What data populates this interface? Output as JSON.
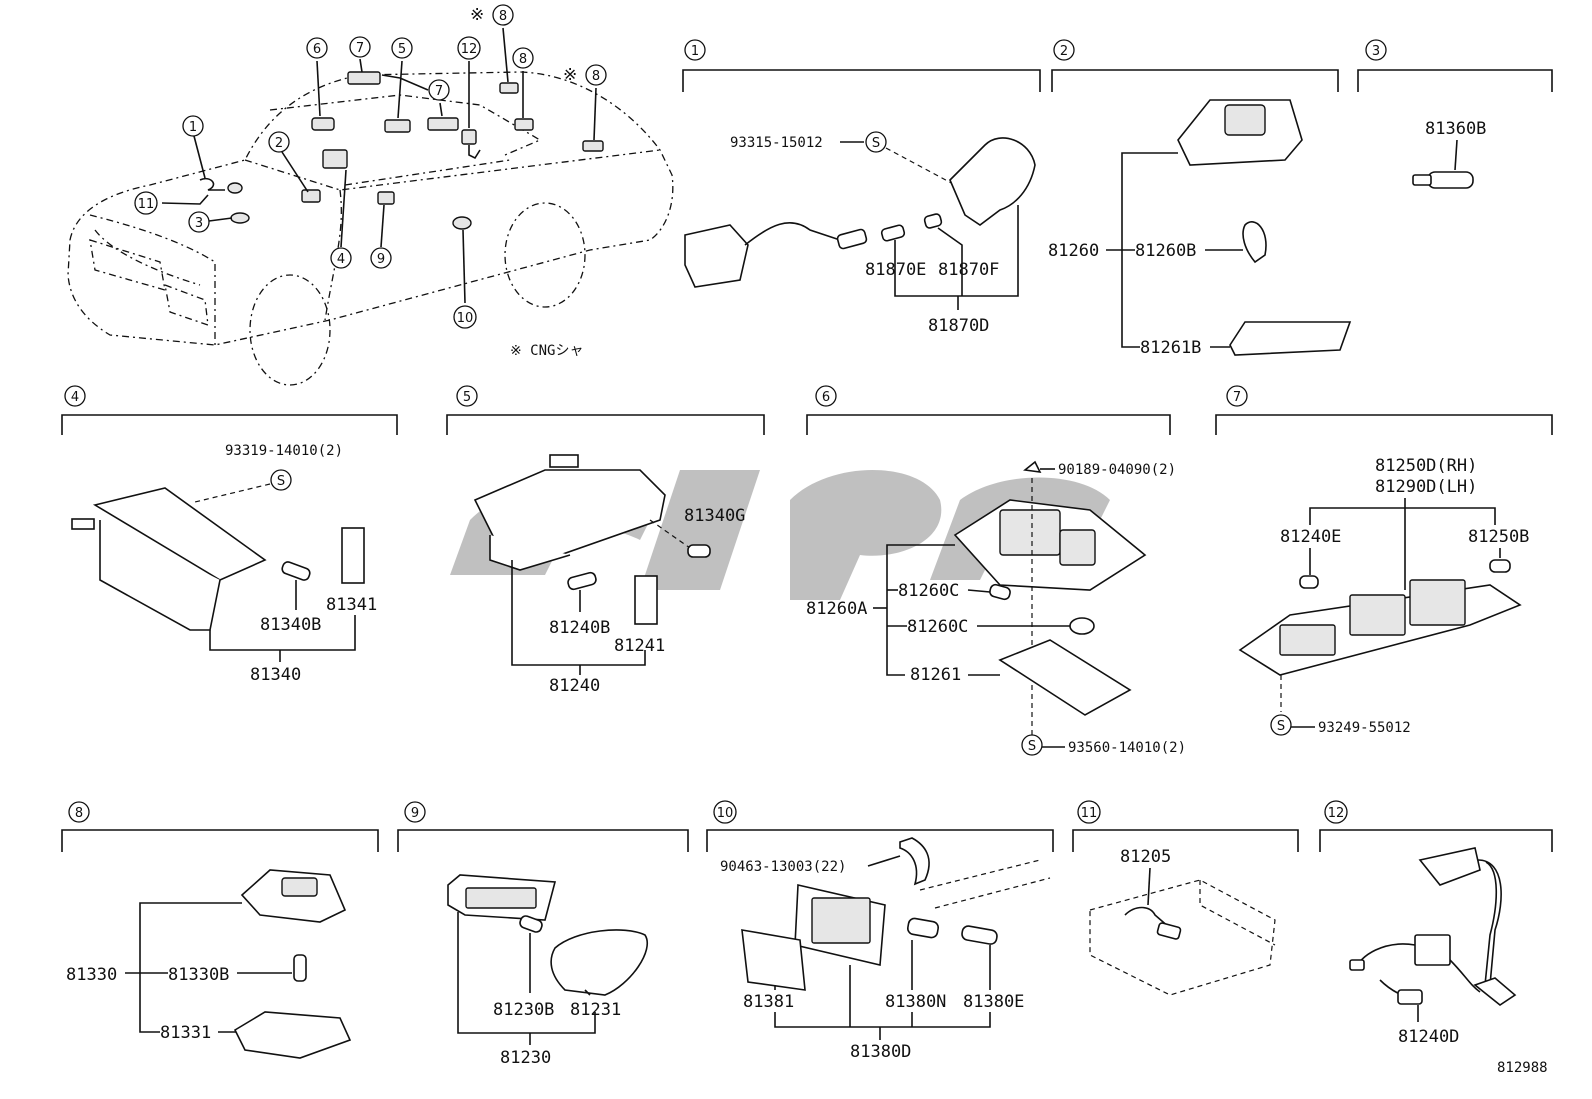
{
  "diagram_code": "812988",
  "legend_note": "※ CNGシャ",
  "overview": {
    "callouts": [
      "1",
      "2",
      "3",
      "4",
      "5",
      "6",
      "7",
      "7",
      "8",
      "8",
      "9",
      "10",
      "11",
      "12"
    ],
    "cng_marks": [
      "※",
      "※"
    ]
  },
  "sections": [
    {
      "num": "1",
      "parts": {
        "screw": "93315-15012",
        "screw_sym": "S",
        "bulb_e": "81870E",
        "bulb_f": "81870F",
        "assy": "81870D"
      }
    },
    {
      "num": "2",
      "parts": {
        "assy": "81260",
        "bulb": "81260B",
        "lens": "81261B"
      }
    },
    {
      "num": "3",
      "parts": {
        "bulb": "81360B"
      }
    },
    {
      "num": "4",
      "parts": {
        "screw": "93319-14010(2)",
        "screw_sym": "S",
        "bulb": "81340B",
        "lens": "81341",
        "assy": "81340"
      }
    },
    {
      "num": "5",
      "parts": {
        "bulb_g": "81340G",
        "bulb": "81240B",
        "lens": "81241",
        "assy": "81240"
      }
    },
    {
      "num": "6",
      "parts": {
        "screw_top": "90189-04090(2)",
        "assy": "81260A",
        "bulb1": "81260C",
        "bulb2": "81260C",
        "lens": "81261",
        "screw": "93560-14010(2)",
        "screw_sym": "S"
      }
    },
    {
      "num": "7",
      "parts": {
        "rh": "81250D(RH)",
        "lh": "81290D(LH)",
        "bulb_e": "81240E",
        "bulb_b": "81250B",
        "screw": "93249-55012",
        "screw_sym": "S"
      }
    },
    {
      "num": "8",
      "parts": {
        "assy": "81330",
        "bulb": "81330B",
        "lens": "81331"
      }
    },
    {
      "num": "9",
      "parts": {
        "bulb": "81230B",
        "lens": "81231",
        "assy": "81230"
      }
    },
    {
      "num": "10",
      "parts": {
        "clip": "90463-13003(22)",
        "cover": "81381",
        "bulb_n": "81380N",
        "bulb_e": "81380E",
        "assy": "81380D"
      }
    },
    {
      "num": "11",
      "parts": {
        "lamp": "81205"
      }
    },
    {
      "num": "12",
      "parts": {
        "lamp": "81240D"
      }
    }
  ]
}
